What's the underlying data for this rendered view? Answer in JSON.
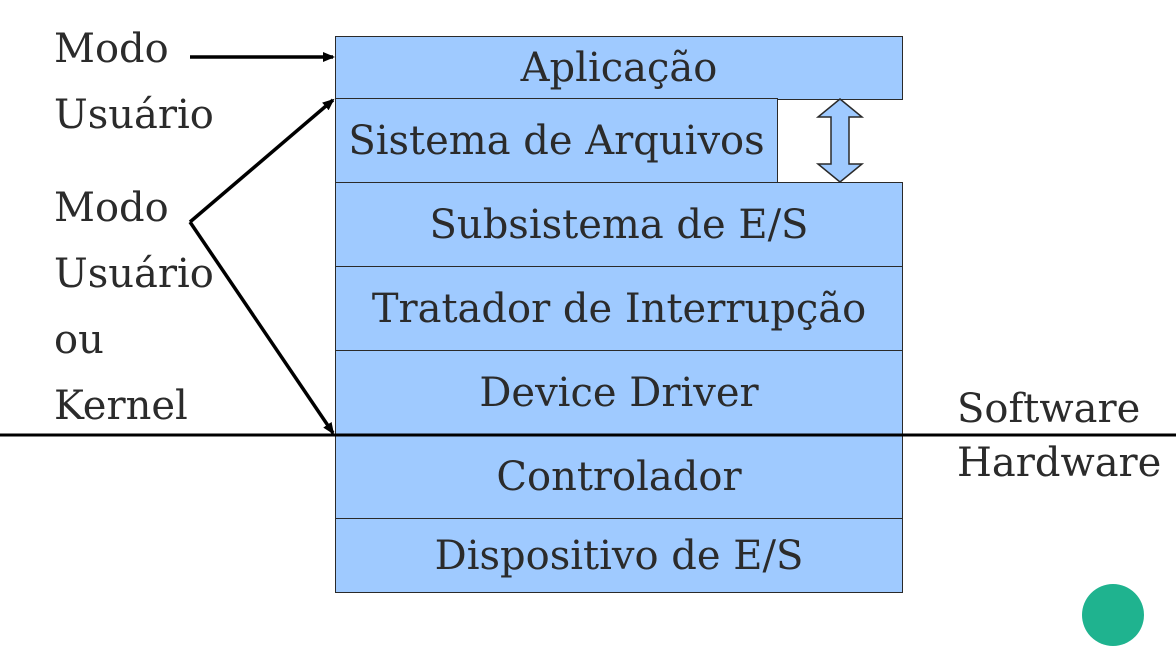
{
  "layers": {
    "aplicacao": "Aplicação",
    "sistema_arquivos": "Sistema de Arquivos",
    "subsistema_es": "Subsistema de E/S",
    "tratador_interrupcao": "Tratador de Interrupção",
    "device_driver": "Device Driver",
    "controlador": "Controlador",
    "dispositivo_es": "Dispositivo de E/S"
  },
  "modes": {
    "user_mode": [
      "Modo",
      "Usuário"
    ],
    "user_or_kernel_mode": [
      "Modo",
      "Usuário",
      "ou",
      "Kernel"
    ]
  },
  "boundary": {
    "software": "Software",
    "hardware": "Hardware"
  },
  "colors": {
    "layer_fill": "#9fcaff",
    "accent_dot": "#1fb38f"
  }
}
